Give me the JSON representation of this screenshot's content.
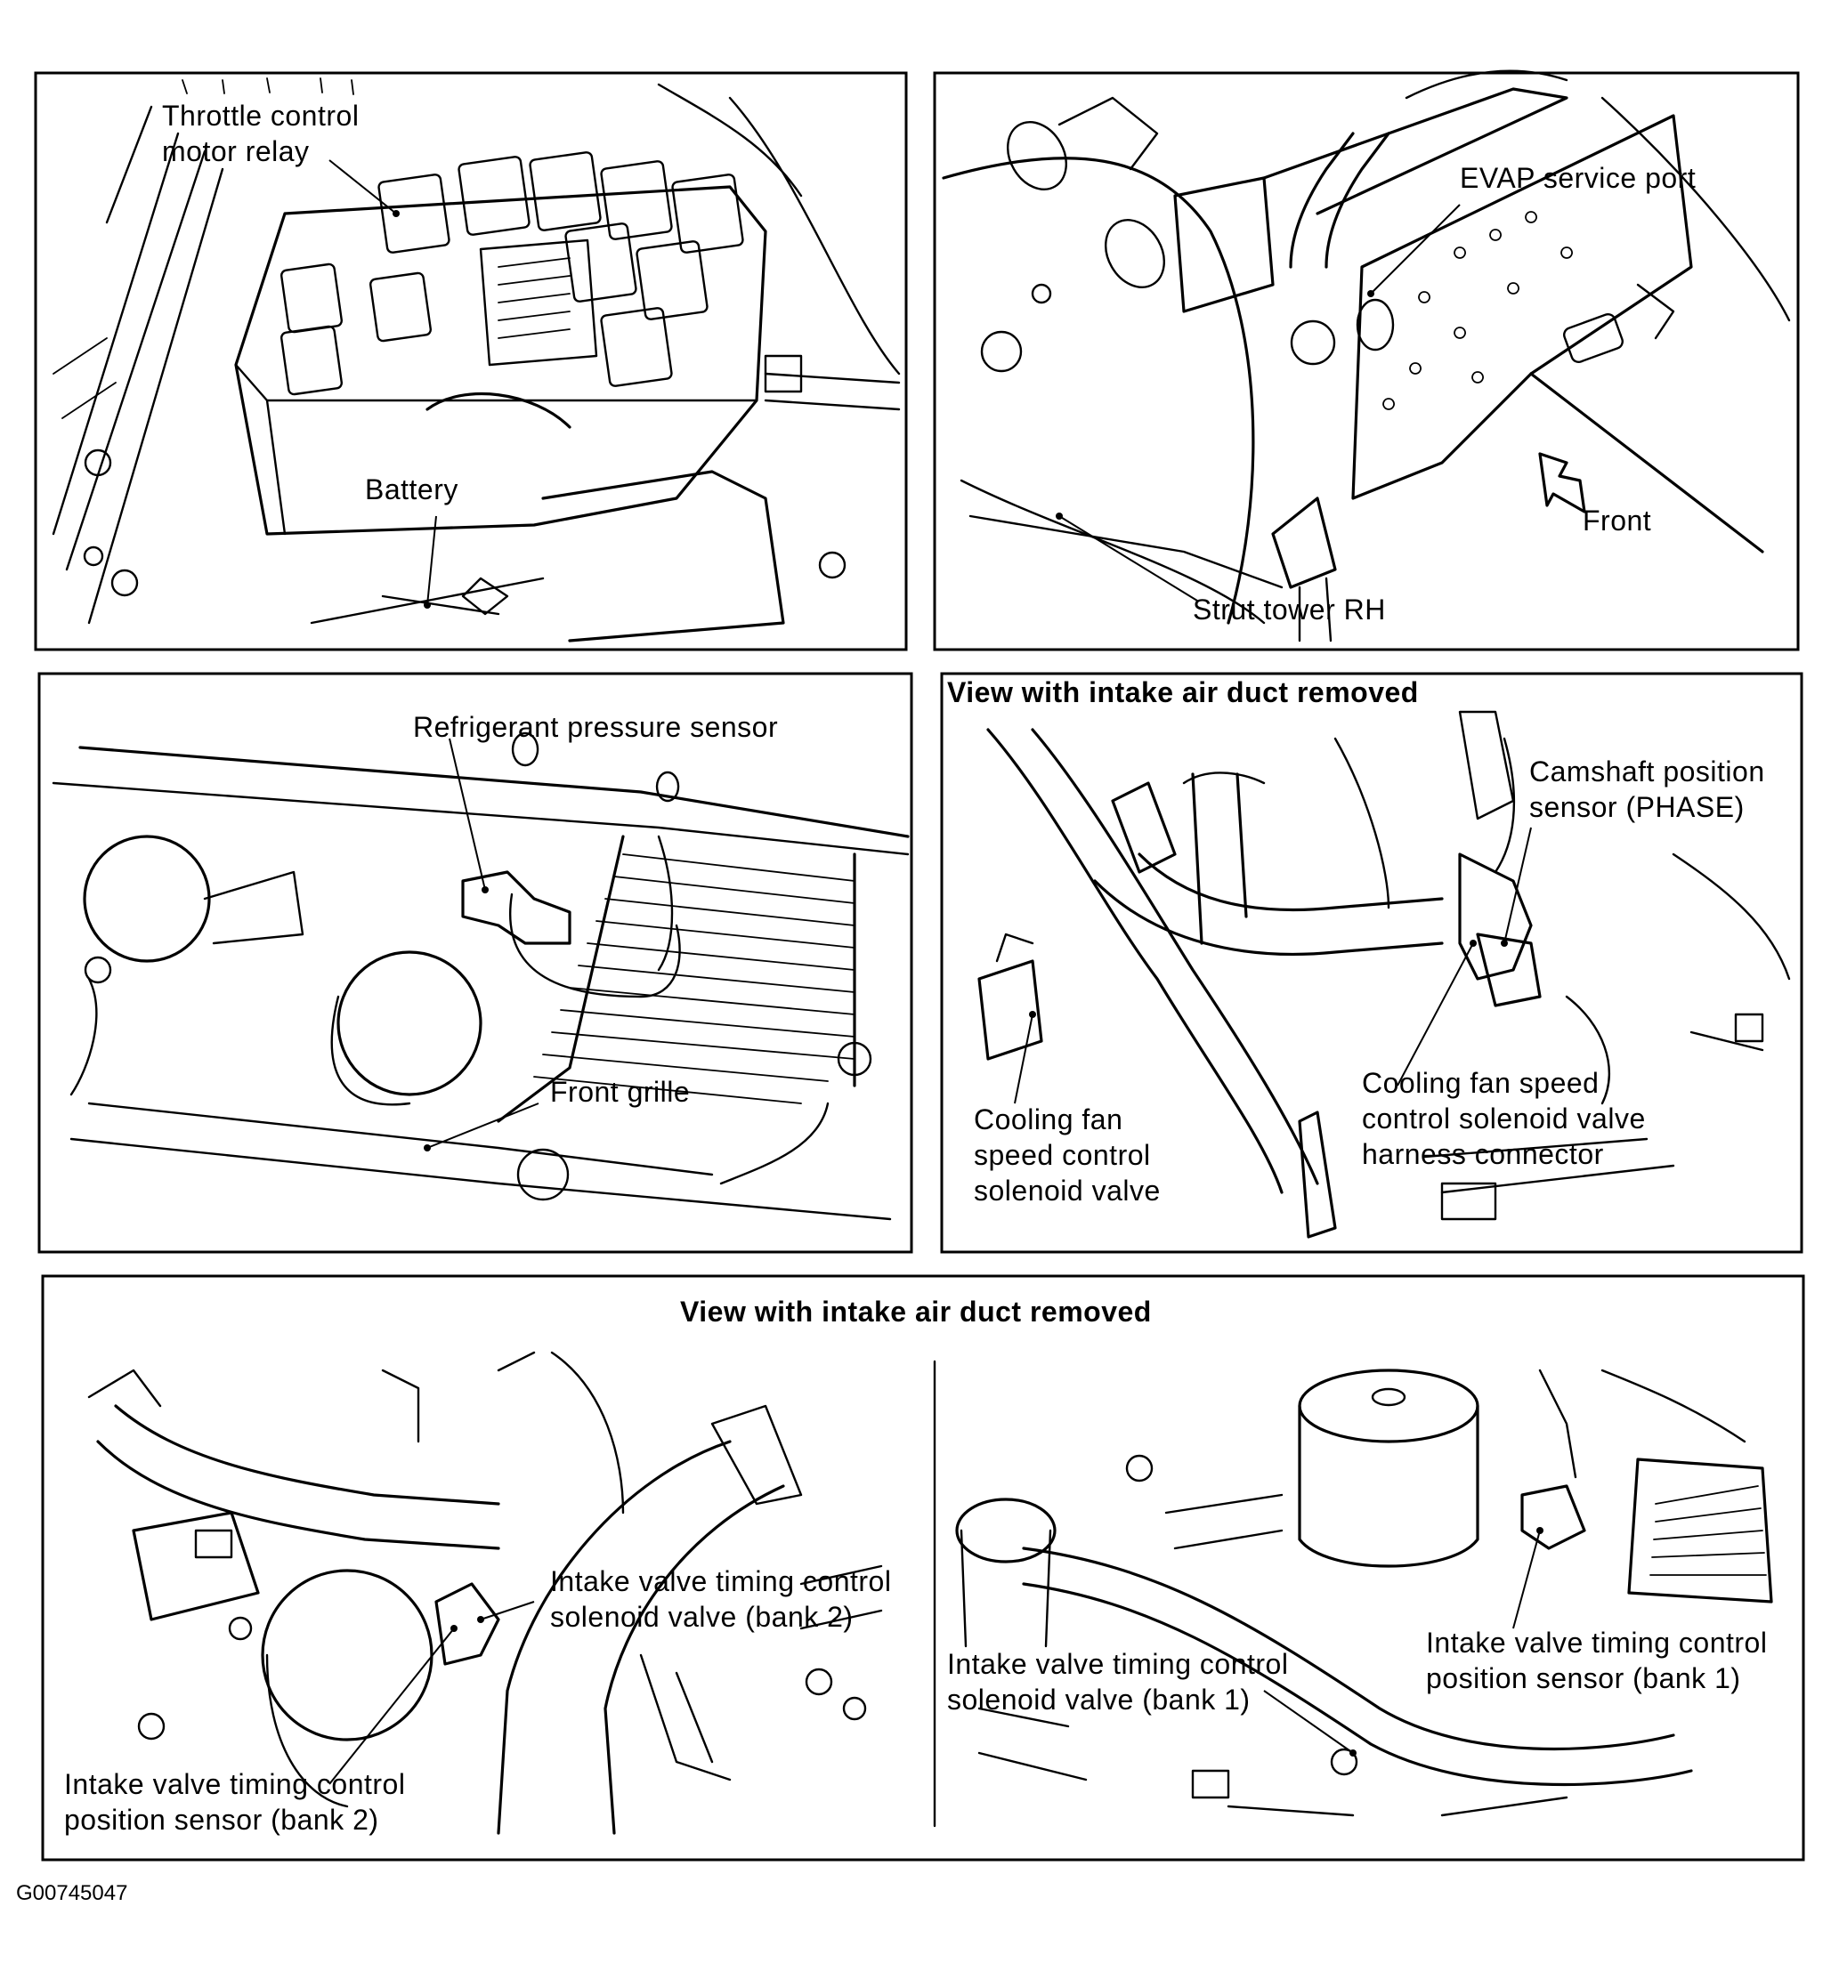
{
  "panels": {
    "top_left": {
      "labels": {
        "throttle_relay": "Throttle control\nmotor relay",
        "battery": "Battery"
      }
    },
    "top_right": {
      "labels": {
        "evap_port": "EVAP service port",
        "front": "Front",
        "strut_tower": "Strut tower RH"
      }
    },
    "middle_left": {
      "labels": {
        "refrigerant_sensor": "Refrigerant pressure sensor",
        "front_grille": "Front grille"
      }
    },
    "middle_right": {
      "heading": "View with intake air duct removed",
      "labels": {
        "camshaft_sensor": "Camshaft position\nsensor (PHASE)",
        "fan_valve_connector": "Cooling fan speed\ncontrol solenoid valve\nharness connector",
        "fan_valve": "Cooling fan\nspeed control\nsolenoid valve"
      }
    },
    "bottom": {
      "heading": "View with intake air duct removed",
      "labels": {
        "ivt_valve_bank2": "Intake valve timing control\nsolenoid valve (bank 2)",
        "ivt_sensor_bank2": "Intake valve timing control\nposition sensor (bank 2)",
        "ivt_valve_bank1": "Intake valve timing control\nsolenoid valve (bank 1)",
        "ivt_sensor_bank1": "Intake valve timing control\nposition sensor (bank 1)"
      }
    }
  },
  "figure_id": "G00745047"
}
